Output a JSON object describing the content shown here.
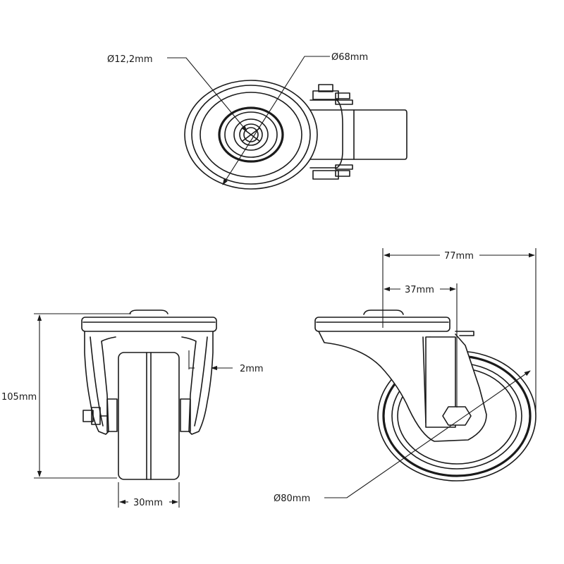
{
  "dimensions": {
    "bore_diameter": "Ø12,2mm",
    "wheel_diameter_top": "Ø68mm",
    "total_reach": "77mm",
    "offset": "37mm",
    "height": "105mm",
    "plate_gap": "2mm",
    "wheel_width": "30mm",
    "wheel_diameter_side": "Ø80mm"
  },
  "colors": {
    "line": "#1a1a1a",
    "background": "#ffffff"
  }
}
